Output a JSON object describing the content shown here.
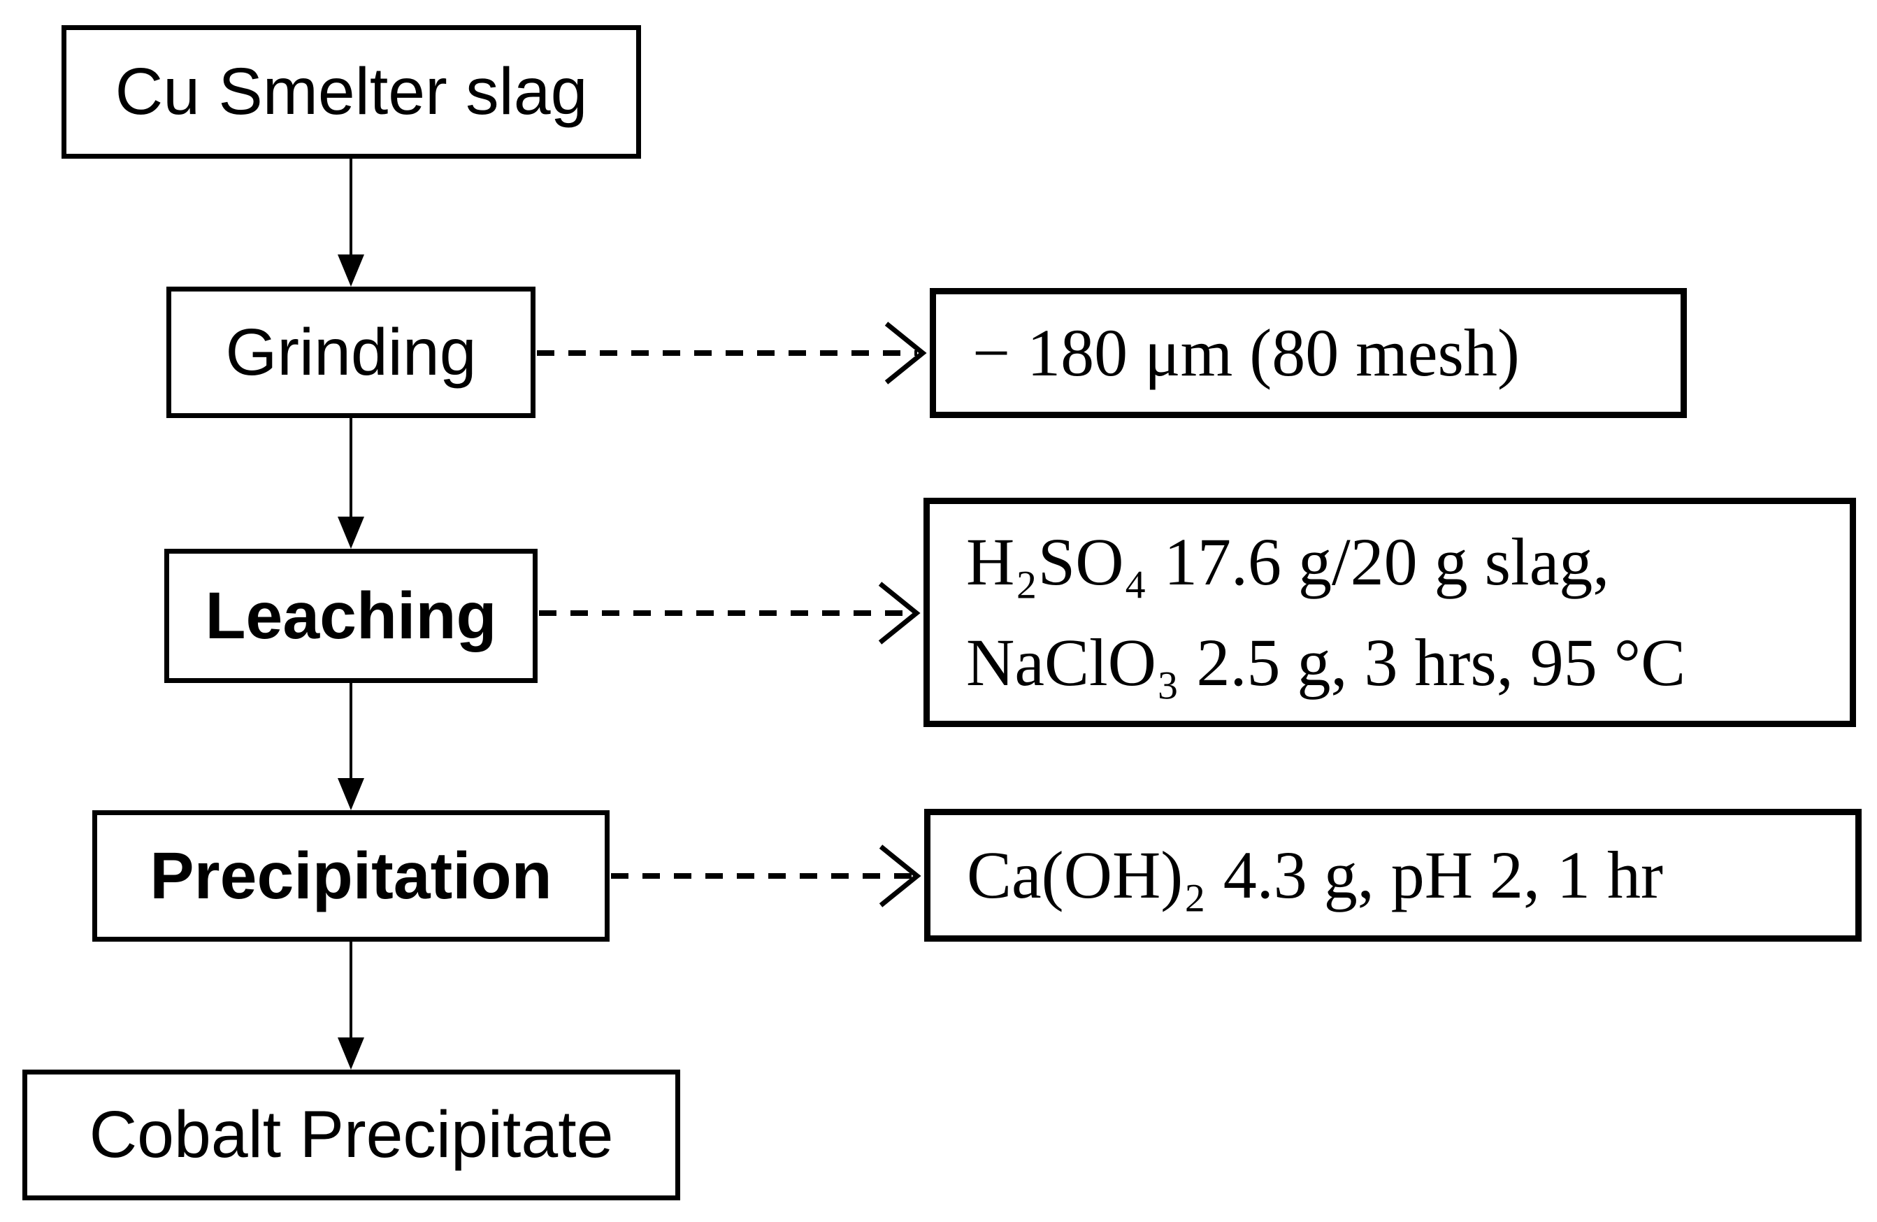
{
  "flowchart": {
    "nodes": [
      {
        "label": "Cu Smelter slag"
      },
      {
        "label": "Grinding"
      },
      {
        "label": "Leaching"
      },
      {
        "label": "Precipitation"
      },
      {
        "label": "Cobalt Precipitate"
      }
    ],
    "annotations": [
      {
        "text": "− 180 μm (80 mesh)"
      },
      {
        "line1": "H₂SO₄ 17.6 g/20 g slag,",
        "line2": "NaClO₃ 2.5 g, 3 hrs, 95 °C"
      },
      {
        "text": "Ca(OH)₂ 4.3 g, pH 2, 1 hr"
      }
    ],
    "colors": {
      "box_border": "#000000",
      "arrow": "#000000",
      "text": "#000000",
      "background": "#ffffff"
    }
  }
}
